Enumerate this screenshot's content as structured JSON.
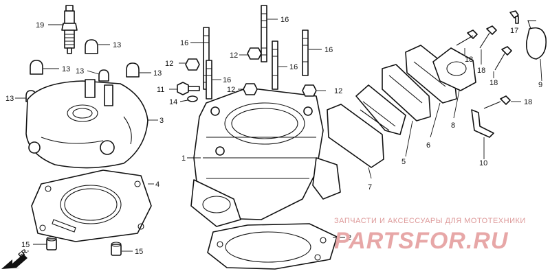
{
  "callouts": {
    "c1": "1",
    "c2": "2",
    "c3": "3",
    "c4": "4",
    "c5": "5",
    "c6": "6",
    "c7": "7",
    "c8": "8",
    "c9": "9",
    "c10": "10",
    "c11": "11",
    "c12a": "12",
    "c12b": "12",
    "c12c": "12",
    "c12d": "12",
    "c13a": "13",
    "c13b": "13",
    "c13c": "13",
    "c13d": "13",
    "c13e": "13",
    "c14": "14",
    "c15a": "15",
    "c15b": "15",
    "c16a": "16",
    "c16b": "16",
    "c16c": "16",
    "c16d": "16",
    "c16e": "16",
    "c17": "17",
    "c18a": "18",
    "c18b": "18",
    "c18c": "18",
    "c18d": "18",
    "c19": "19"
  },
  "direction_marker": "FR.",
  "watermark": {
    "tagline": "ЗАПЧАСТИ И АКСЕССУАРЫ ДЛЯ МОТОТЕХНИКИ",
    "logo": "PARTSFOR.RU",
    "color": "#e7a7a7"
  }
}
